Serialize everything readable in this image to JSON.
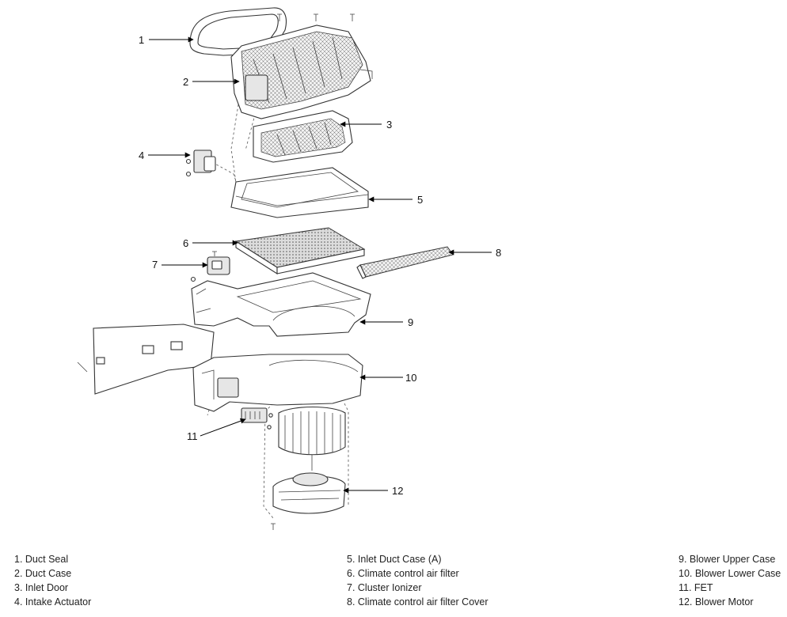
{
  "callouts": [
    "1",
    "2",
    "3",
    "4",
    "5",
    "6",
    "7",
    "8",
    "9",
    "10",
    "11",
    "12"
  ],
  "legend": {
    "col1": [
      "1. Duct Seal",
      "2. Duct Case",
      "3. Inlet Door",
      "4. Intake Actuator"
    ],
    "col2": [
      "5. Inlet Duct Case (A)",
      "6. Climate control air filter",
      "7. Cluster Ionizer",
      "8. Climate control air filter Cover"
    ],
    "col3": [
      "9. Blower Upper Case",
      "10. Blower Lower Case",
      "11. FET",
      "12. Blower Motor"
    ]
  }
}
